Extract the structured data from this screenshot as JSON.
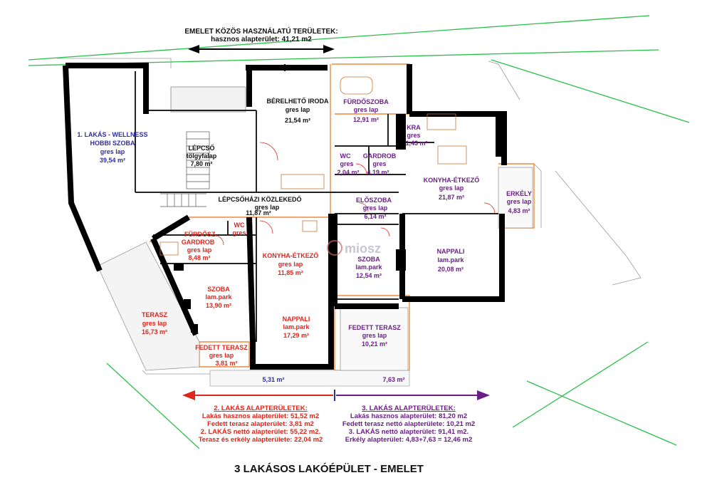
{
  "header": {
    "common_title": "EMELET KÖZÖS HASZNÁLATÚ TERÜLETEK:",
    "common_area": "hasznos alapterület: 41,21 m2"
  },
  "rooms": {
    "lakas1": {
      "name1": "1. LAKÁS - WELLNESS",
      "name2": "HOBBI SZOBA",
      "floor": "gres lap",
      "area": "39,54 m²"
    },
    "lepcso": {
      "name": "LÉPCSŐ",
      "floor": "tölgyfalap",
      "area": "7,80 m²"
    },
    "iroda": {
      "name": "BÉRELHETŐ IRODA",
      "floor": "gres lap",
      "area": "21,54 m²"
    },
    "kozlekedo": {
      "name": "LÉPCSŐHÁZI KÖZLEKEDŐ",
      "floor": "gres lap",
      "area": "11,87 m²"
    },
    "l3_furdo": {
      "name": "FÜRDŐSZOBA",
      "floor": "gres lap",
      "area": "12,91 m²"
    },
    "l3_kra": {
      "name": "KRA",
      "floor": "gres",
      "area": "1,43 m²"
    },
    "l3_wc": {
      "name": "WC",
      "floor": "gres",
      "area": "2,04 m²"
    },
    "l3_gardrob": {
      "name": "GARDROB",
      "floor": "gres",
      "area": "4,19 m²"
    },
    "l3_konyha": {
      "name": "KONYHA-ÉTKEZŐ",
      "floor": "gres lap",
      "area": "21,87 m²"
    },
    "l3_erkely": {
      "name": "ERKÉLY",
      "floor": "gres lap",
      "area": "4,83 m²"
    },
    "l3_eloszoba": {
      "name": "ELŐSZOBA",
      "floor": "gres lap",
      "area": "6,14 m²"
    },
    "l3_szoba": {
      "name": "SZOBA",
      "floor": "lam.park",
      "area": "12,54 m²"
    },
    "l3_nappali": {
      "name": "NAPPALI",
      "floor": "lam.park",
      "area": "20,08 m²"
    },
    "l3_terasz": {
      "name": "FEDETT TERASZ",
      "floor": "gres lap",
      "area": "10,21 m²"
    },
    "l2_furdo": {
      "name1": "FÜRDŐSZ.",
      "name2": "GARDROB",
      "floor": "gres lap",
      "area": "8,48 m²"
    },
    "l2_wc": {
      "name": "WC",
      "floor": "gres"
    },
    "l2_konyha": {
      "name": "KONYHA-ÉTKEZŐ",
      "floor": "gres lap",
      "area": "11,85 m²"
    },
    "l2_szoba": {
      "name": "SZOBA",
      "floor": "lam.park",
      "area": "13,90 m²"
    },
    "l2_nappali": {
      "name": "NAPPALI",
      "floor": "lam.park",
      "area": "17,29 m²"
    },
    "l2_terasz": {
      "name": "TERASZ",
      "floor": "gres lap",
      "area": "16,73 m²"
    },
    "l2_fedett": {
      "name": "FEDETT TERASZ",
      "floor": "gres lap",
      "area": "3,81 m²"
    }
  },
  "strip_areas": {
    "left": "5,31 m²",
    "right": "7,63 m²"
  },
  "watermark": "miosz",
  "legend2": {
    "title": "2. LAKÁS ALAPTERÜLETEK:",
    "lines": [
      "Lakás hasznos alapterület: 51,52 m2",
      "Fedett terasz alapterület: 3,81 m2",
      "2. LAKÁS nettó alapterület: 55,22 m2.",
      "Terasz és erkély alapterülete: 22,04 m2"
    ]
  },
  "legend3": {
    "title": "3. LAKÁS ALAPTERÜLETEK:",
    "lines": [
      "Lakás hasznos alapterület: 81,20 m2",
      "Fedett terasz nettó alapterülete: 10,21 m2",
      "3. LAKÁS nettó alapterület: 91,41 m2.",
      "Erkély alapterület: 4,83+7,63 = 12,46 m2"
    ]
  },
  "footer": {
    "title": "3 LAKÁSOS LAKÓÉPÜLET - EMELET"
  },
  "colors": {
    "apt2": "#e0251b",
    "apt3": "#6a1f86",
    "common": "#2f2f9c",
    "site_line": "#22c55e"
  }
}
